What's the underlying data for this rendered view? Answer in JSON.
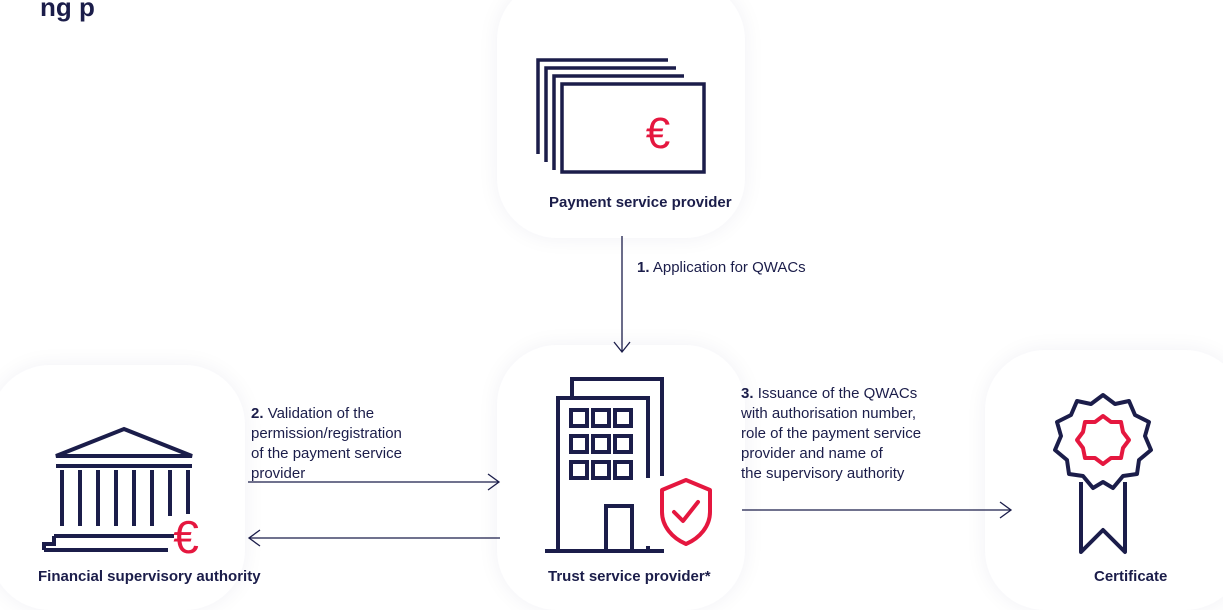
{
  "page": {
    "title": "ng p",
    "colors": {
      "navy": "#1b1d4a",
      "accent": "#e5173f"
    }
  },
  "nodes": {
    "psp": {
      "label": "Payment service provider",
      "icon": "banknotes-euro-icon"
    },
    "tsp": {
      "label": "Trust service provider*",
      "icon": "office-building-shield-icon"
    },
    "fsa": {
      "label": "Financial supervisory authority",
      "icon": "bank-building-euro-icon"
    },
    "cert": {
      "label": "Certificate",
      "icon": "award-rosette-icon"
    }
  },
  "steps": {
    "s1": {
      "num": "1.",
      "text": "Application for QWACs"
    },
    "s2": {
      "num": "2.",
      "line1": "Validation of the",
      "line2": "permission/registration",
      "line3": "of the payment service",
      "line4": "provider"
    },
    "s3": {
      "num": "3.",
      "line1": "Issuance of the QWACs",
      "line2": "with authorisation number,",
      "line3": "role of the payment service",
      "line4": "provider and name of",
      "line5": "the supervisory authority"
    }
  }
}
